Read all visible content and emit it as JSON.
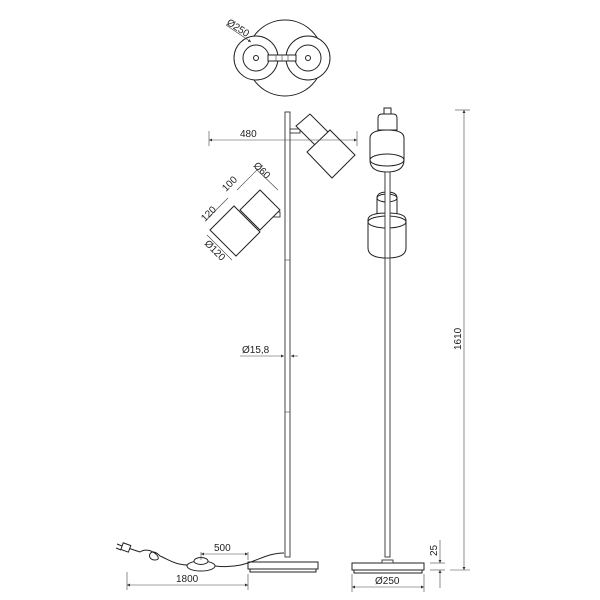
{
  "drawing": {
    "subject": "floor lamp dimension drawing",
    "top_view": {
      "label": "Ø250"
    },
    "front_view": {
      "arm_reach_label": "480",
      "shade_depth_label": "100",
      "shade_height_label": "120",
      "small_diameter_label": "Ø60",
      "large_diameter_label": "Ø120",
      "pole_diameter_label": "Ø15,8",
      "cable_switch_label": "500",
      "cable_length_label": "1800"
    },
    "side_view": {
      "total_height_label": "1610",
      "base_height_label": "25",
      "base_diameter_label": "Ø250"
    },
    "line_color": "#222222"
  }
}
